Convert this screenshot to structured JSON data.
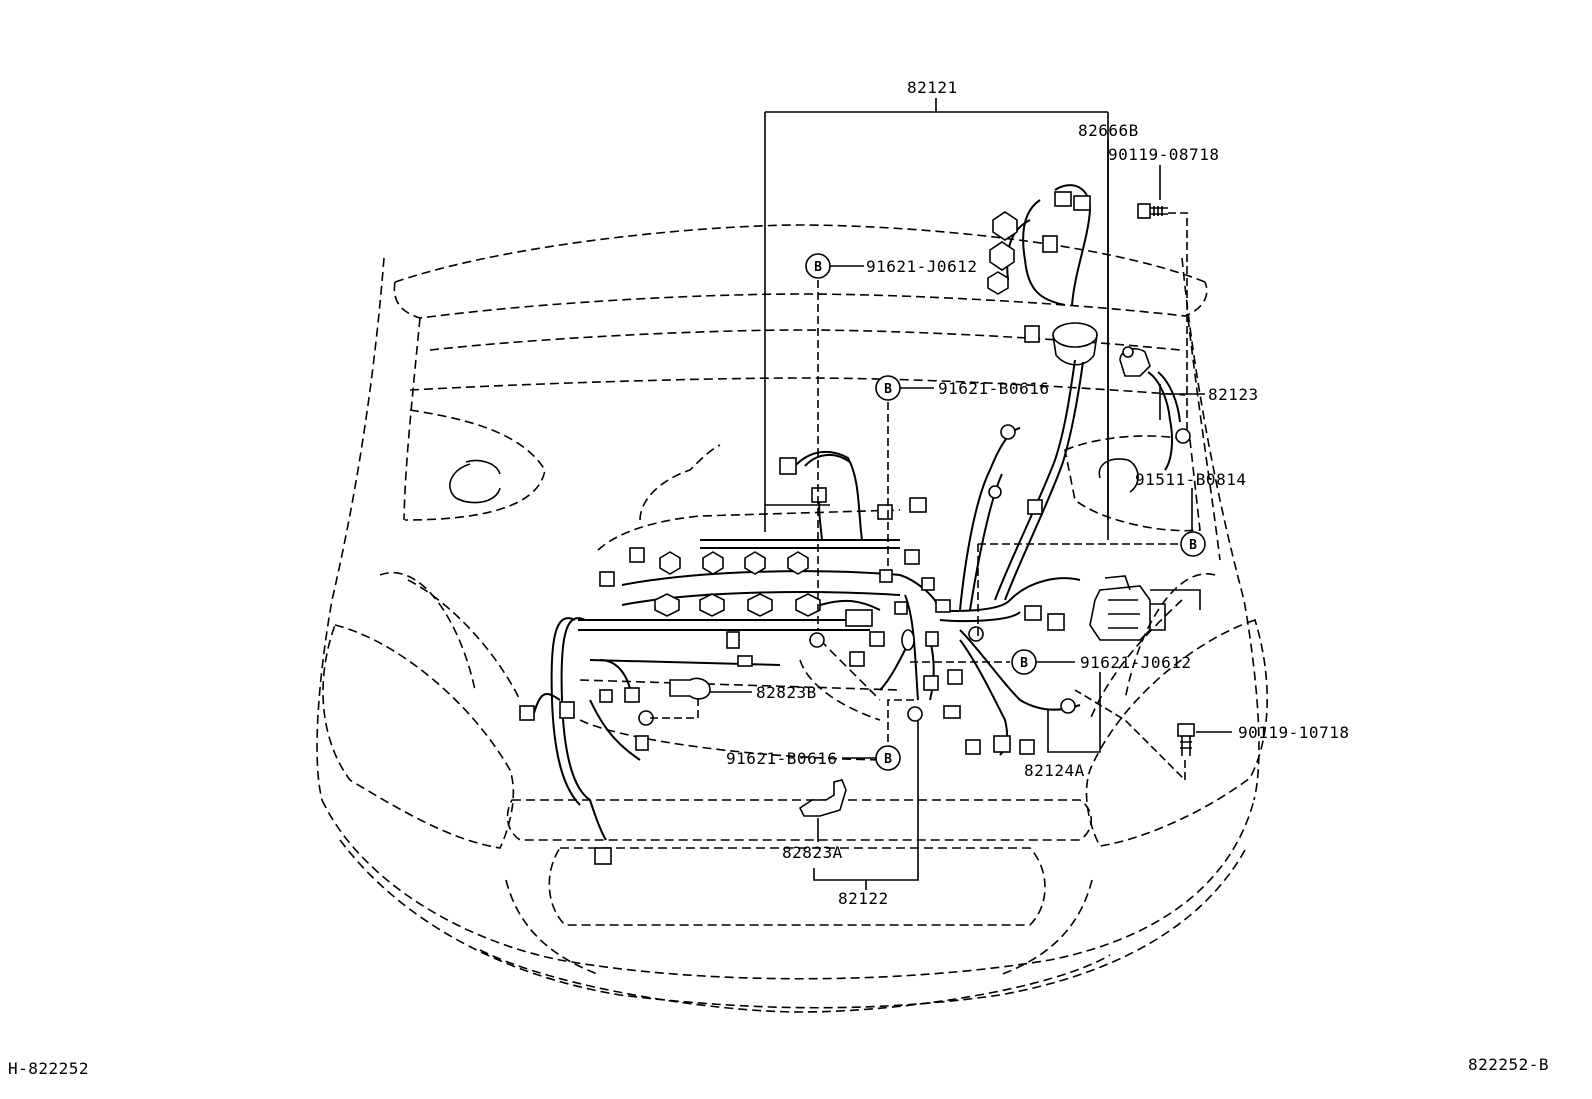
{
  "labels": {
    "p82121": "82121",
    "p82666B": "82666B",
    "p90119_08718": "90119-08718",
    "p91621_J0612_top": "91621-J0612",
    "p91621_B0616_top": "91621-B0616",
    "p82123": "82123",
    "p91511_B0814": "91511-B0814",
    "p91621_J0612_mid": "91621-J0612",
    "p82823B": "82823B",
    "p90119_10718": "90119-10718",
    "p91621_B0616_low": "91621-B0616",
    "p82124A": "82124A",
    "p82823A": "82823A",
    "p82122": "82122"
  },
  "marker": "B",
  "corners": {
    "left": "H-822252",
    "right": "822252-B"
  }
}
